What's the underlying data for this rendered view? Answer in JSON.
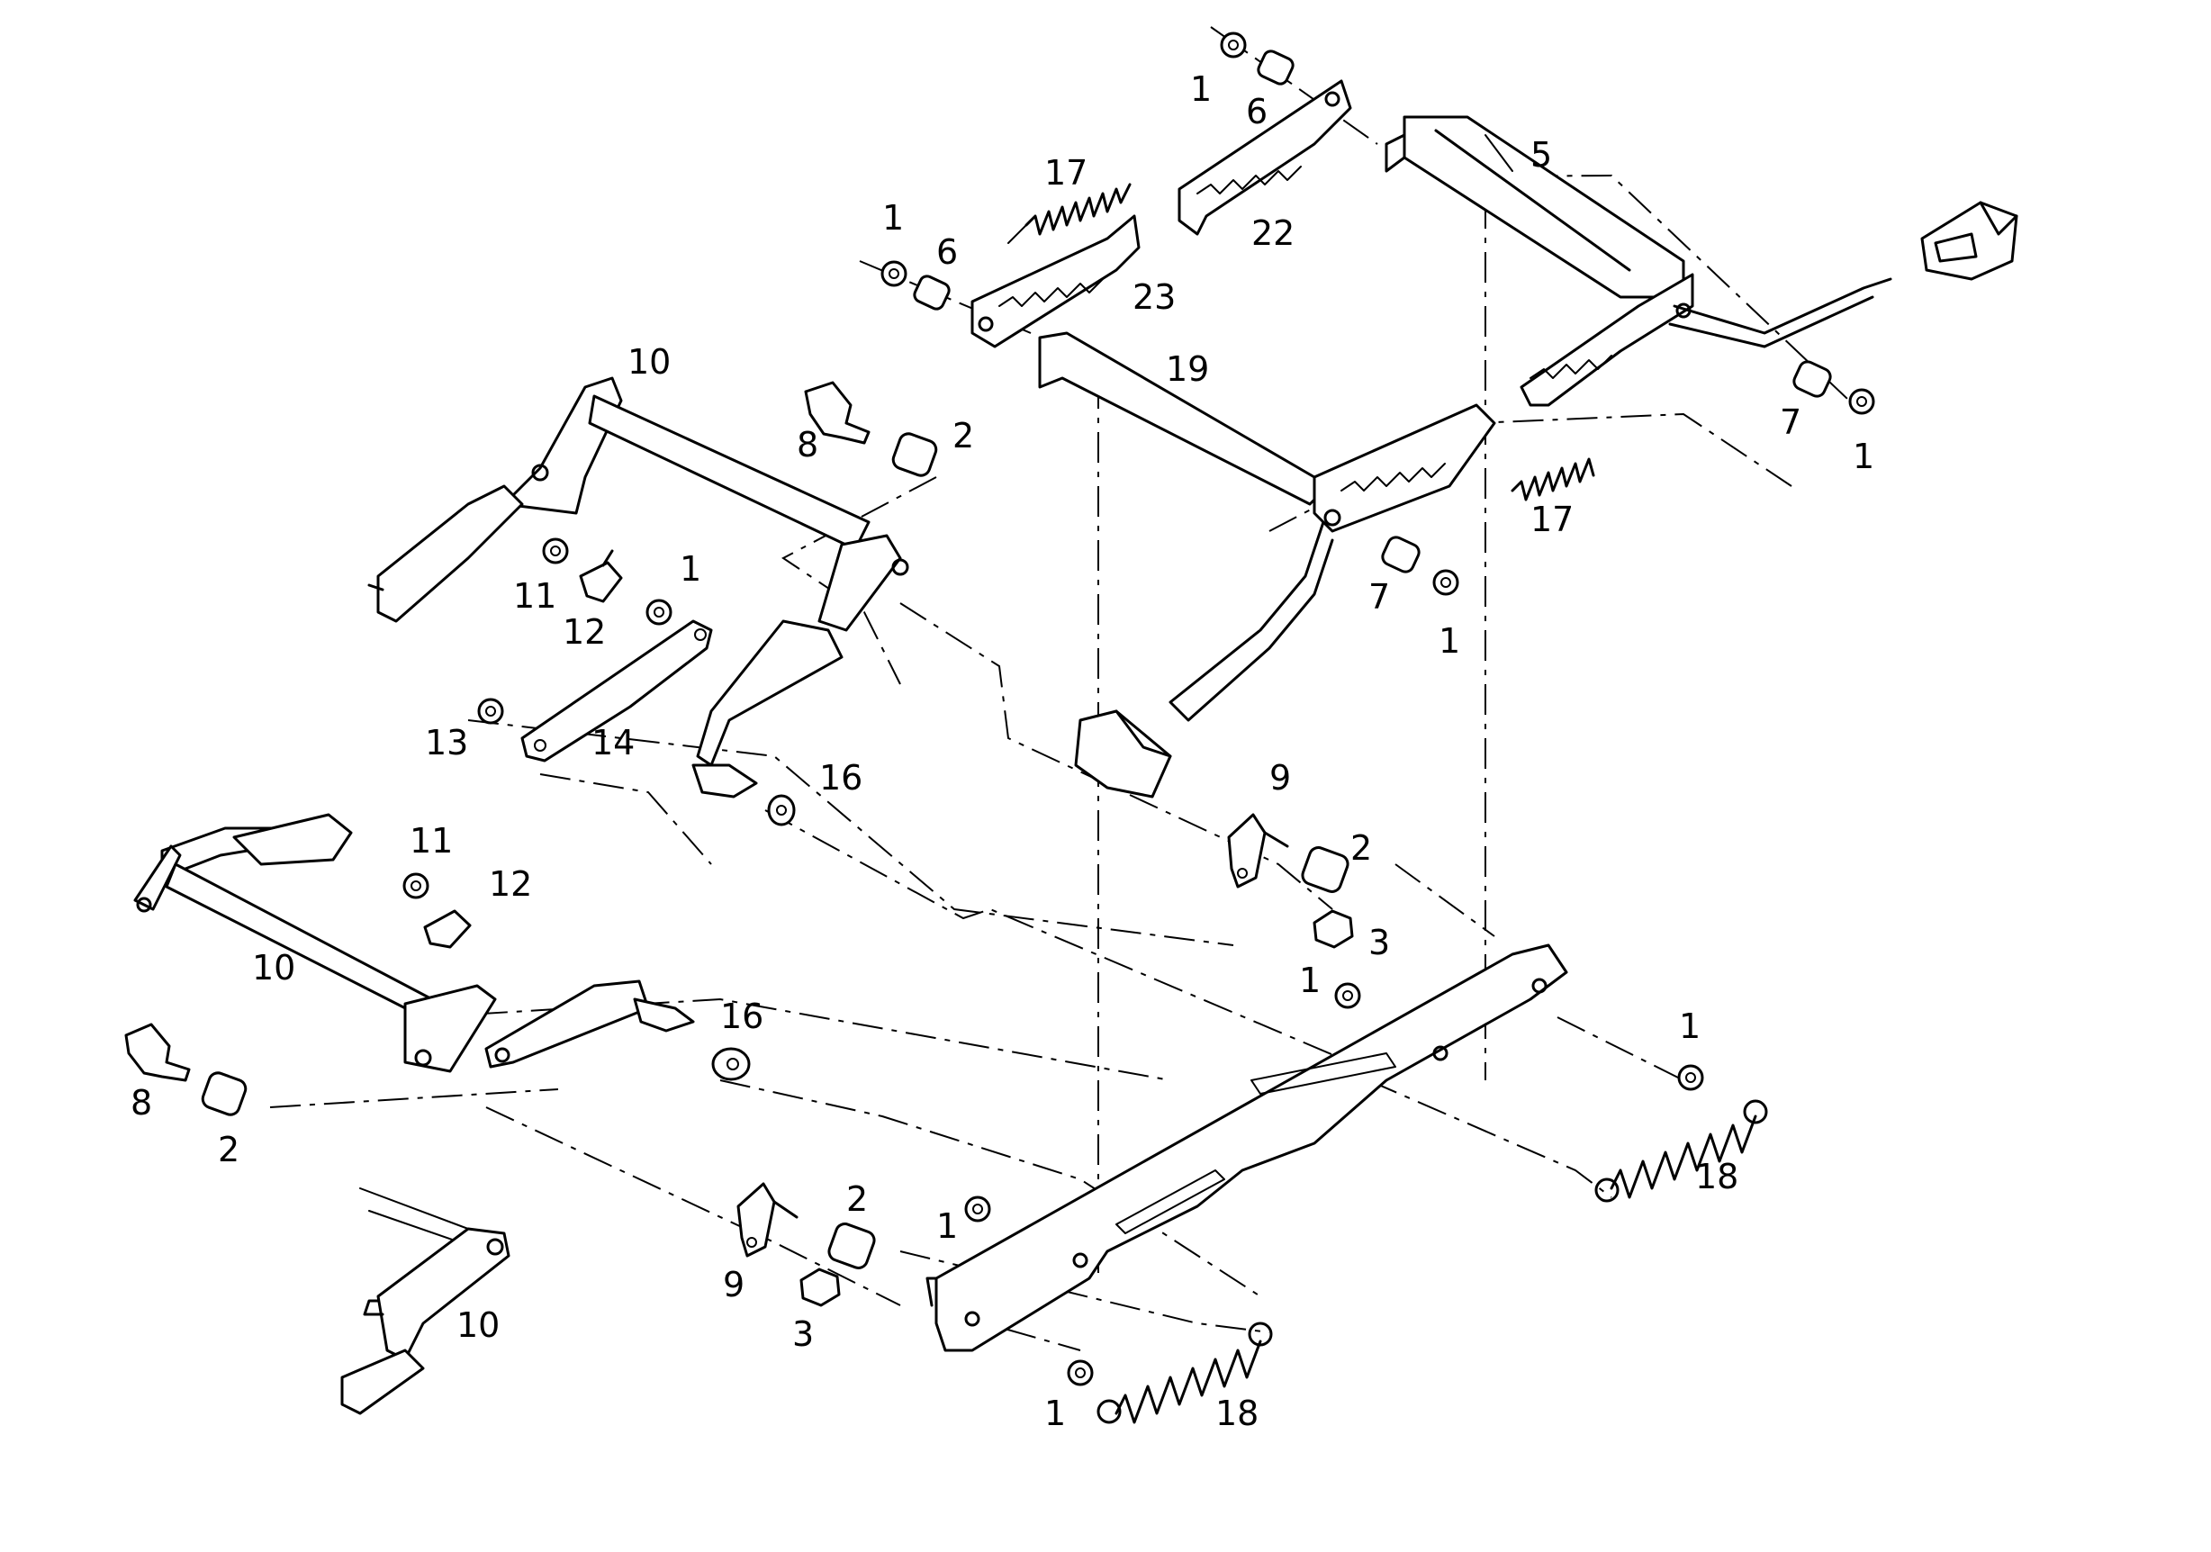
{
  "diagram": {
    "callouts": [
      {
        "id": "c-1a",
        "text": "1"
      },
      {
        "id": "c-6a",
        "text": "6"
      },
      {
        "id": "c-5",
        "text": "5"
      },
      {
        "id": "c-17a",
        "text": "17"
      },
      {
        "id": "c-22",
        "text": "22"
      },
      {
        "id": "c-1b",
        "text": "1"
      },
      {
        "id": "c-6b",
        "text": "6"
      },
      {
        "id": "c-23",
        "text": "23"
      },
      {
        "id": "c-10a",
        "text": "10"
      },
      {
        "id": "c-19",
        "text": "19"
      },
      {
        "id": "c-8a",
        "text": "8"
      },
      {
        "id": "c-2a",
        "text": "2"
      },
      {
        "id": "c-7a",
        "text": "7"
      },
      {
        "id": "c-1c",
        "text": "1"
      },
      {
        "id": "c-17b",
        "text": "17"
      },
      {
        "id": "c-11a",
        "text": "11"
      },
      {
        "id": "c-1d",
        "text": "1"
      },
      {
        "id": "c-12a",
        "text": "12"
      },
      {
        "id": "c-7b",
        "text": "7"
      },
      {
        "id": "c-1e",
        "text": "1"
      },
      {
        "id": "c-13",
        "text": "13"
      },
      {
        "id": "c-14",
        "text": "14"
      },
      {
        "id": "c-16a",
        "text": "16"
      },
      {
        "id": "c-9a",
        "text": "9"
      },
      {
        "id": "c-11b",
        "text": "11"
      },
      {
        "id": "c-2b",
        "text": "2"
      },
      {
        "id": "c-12b",
        "text": "12"
      },
      {
        "id": "c-3a",
        "text": "3"
      },
      {
        "id": "c-10b",
        "text": "10"
      },
      {
        "id": "c-1f",
        "text": "1"
      },
      {
        "id": "c-16b",
        "text": "16"
      },
      {
        "id": "c-1g",
        "text": "1"
      },
      {
        "id": "c-8b",
        "text": "8"
      },
      {
        "id": "c-2c",
        "text": "2"
      },
      {
        "id": "c-18a",
        "text": "18"
      },
      {
        "id": "c-2d",
        "text": "2"
      },
      {
        "id": "c-1h",
        "text": "1"
      },
      {
        "id": "c-9b",
        "text": "9"
      },
      {
        "id": "c-3b",
        "text": "3"
      },
      {
        "id": "c-10c",
        "text": "10"
      },
      {
        "id": "c-1i",
        "text": "1"
      },
      {
        "id": "c-18b",
        "text": "18"
      }
    ]
  }
}
